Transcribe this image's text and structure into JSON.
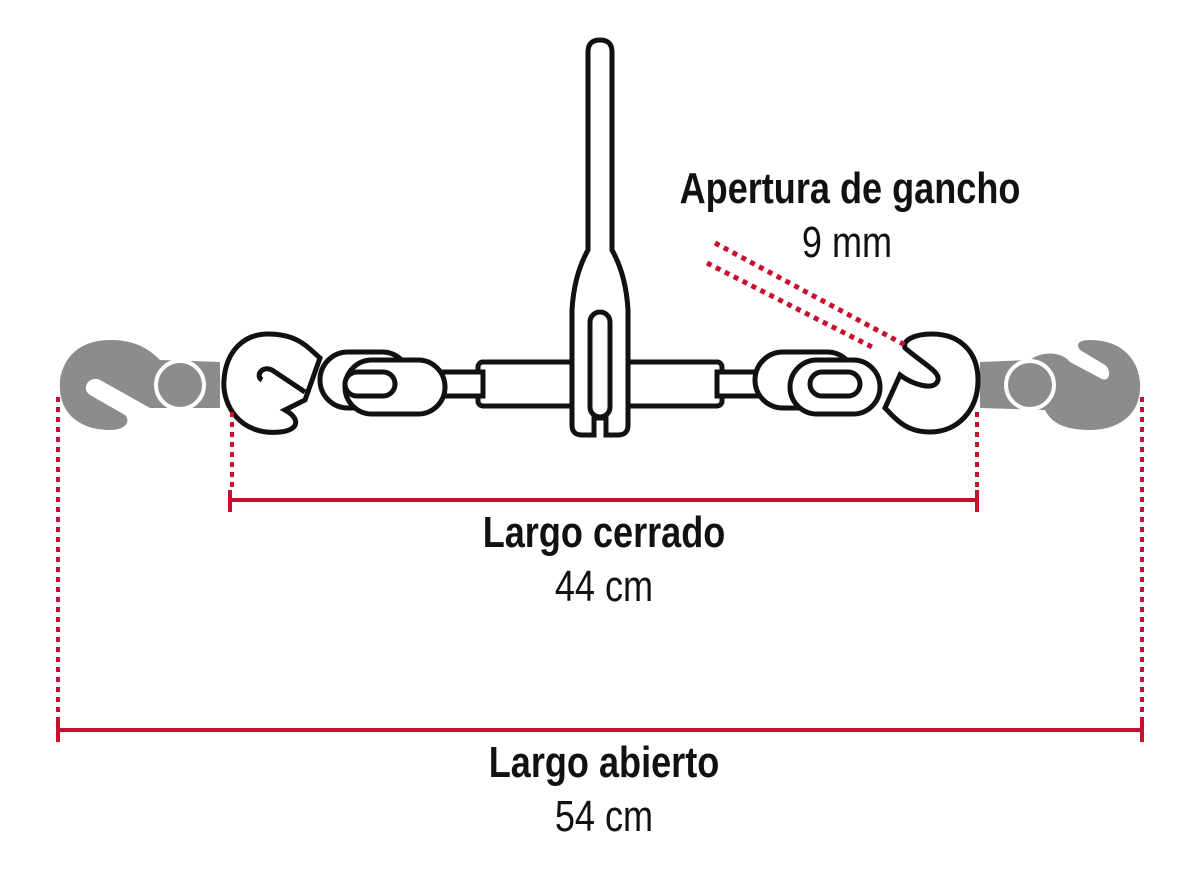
{
  "hook_opening": {
    "label": "Apertura de gancho",
    "value": "9 mm"
  },
  "closed_length": {
    "label": "Largo cerrado",
    "value": "44 cm"
  },
  "open_length": {
    "label": "Largo abierto",
    "value": "54 cm"
  },
  "colors": {
    "dimension": "#c8102e",
    "outline": "#111111",
    "ghost": "#8a8c8e"
  }
}
